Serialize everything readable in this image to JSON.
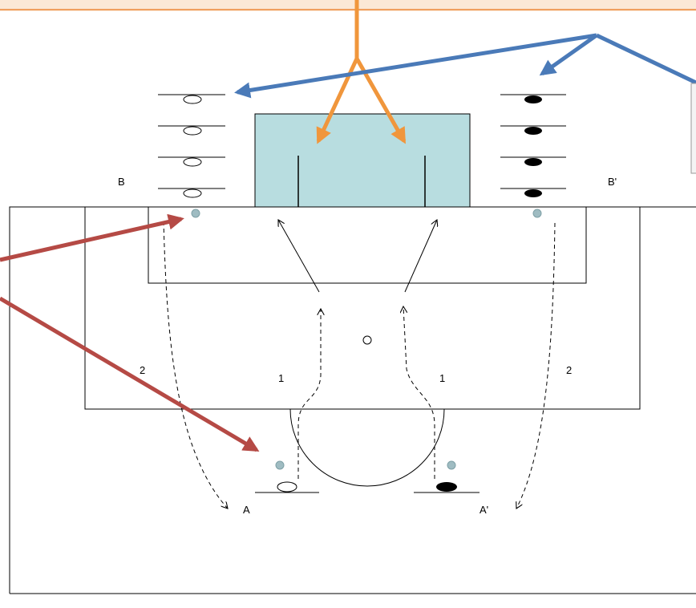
{
  "labels": {
    "pos_B": "B",
    "pos_B_prime": "B'",
    "pos_A": "A",
    "pos_A_prime": "A'",
    "run_left_1": "1",
    "run_right_1": "1",
    "run_left_2": "2",
    "run_right_2": "2"
  },
  "colors": {
    "goal_fill": "#b8dde0",
    "cone": "#9fbcc2",
    "arrow_blue": "#4a7ab8",
    "arrow_orange": "#f0963c",
    "arrow_red": "#b54a45",
    "top_bar": "#f0a060"
  }
}
